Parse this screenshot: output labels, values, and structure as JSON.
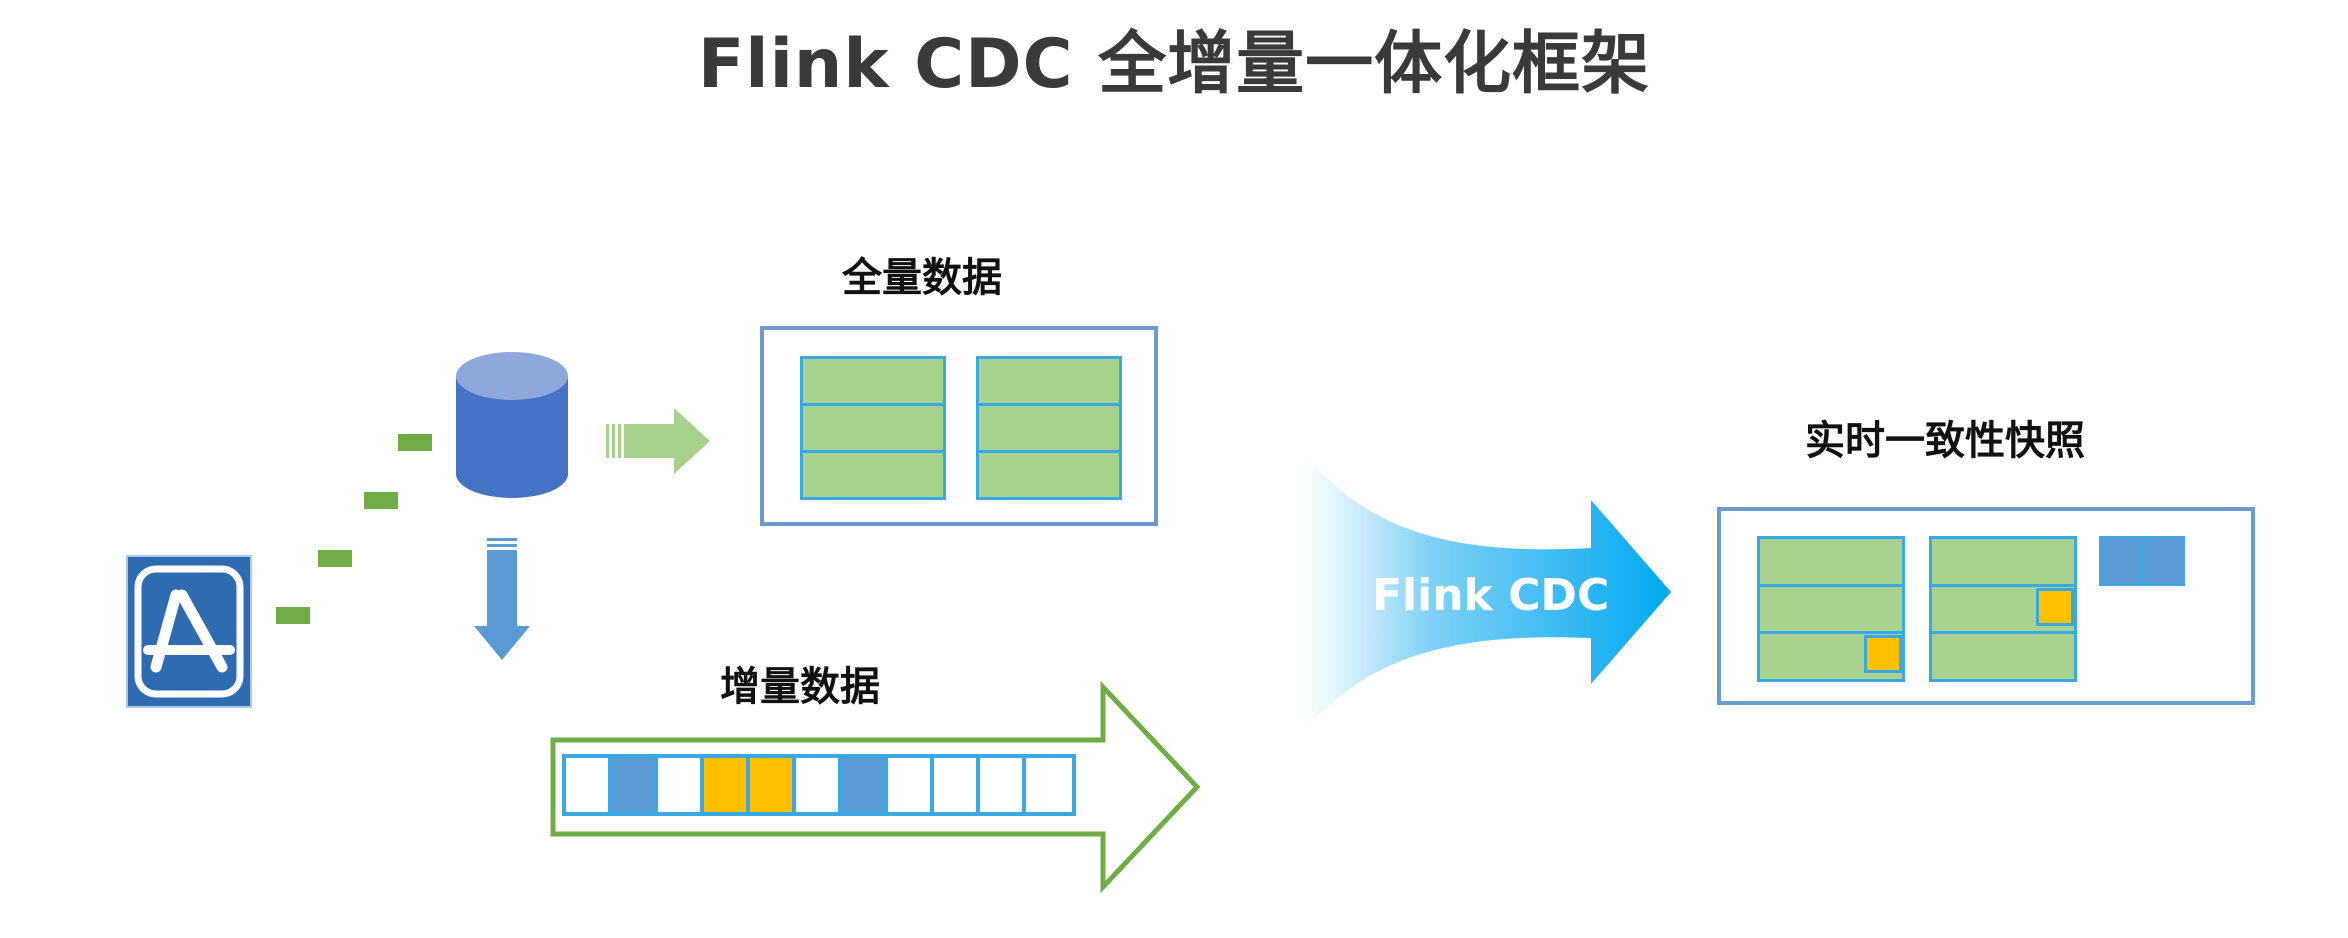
{
  "title": "Flink CDC 全增量一体化框架",
  "labels": {
    "full_data": "全量数据",
    "incremental_data": "增量数据",
    "snapshot": "实时一致性快照",
    "flink_cdc": "Flink CDC"
  },
  "incremental_stream": [
    "white",
    "blue",
    "white",
    "yellow",
    "yellow",
    "white",
    "blue",
    "white",
    "white",
    "white",
    "white"
  ],
  "icons": {
    "app": "app-store-icon",
    "database": "database-cylinder-icon"
  },
  "colors": {
    "green_fill": "#a9d18e",
    "table_border": "#3aa8e2",
    "frame_border": "#6e9bcd",
    "blue_cell": "#5b9bd5",
    "yellow_cell": "#ffc000",
    "db_blue": "#4472c4",
    "arrow_green": "#70ad47",
    "flink_blue": "#00a8f0"
  }
}
